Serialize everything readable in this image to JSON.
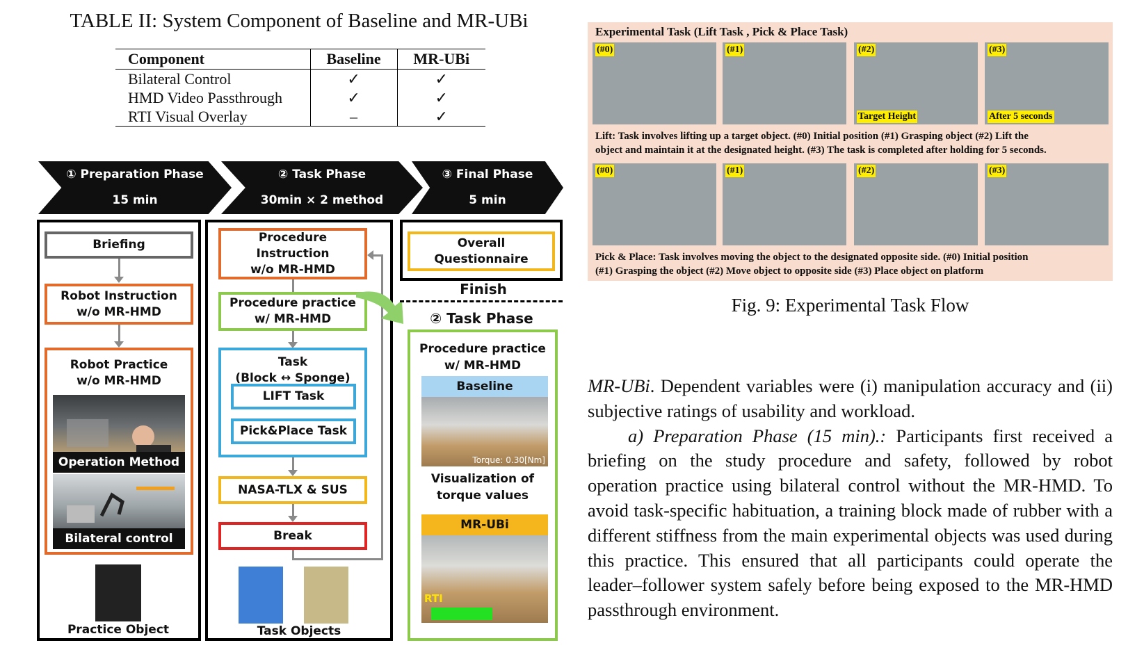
{
  "table": {
    "title": "TABLE II: System Component of Baseline and MR-UBi",
    "headers": [
      "Component",
      "Baseline",
      "MR-UBi"
    ],
    "rows": [
      [
        "Bilateral Control",
        "✓",
        "✓"
      ],
      [
        "HMD Video Passthrough",
        "✓",
        "✓"
      ],
      [
        "RTI Visual Overlay",
        "–",
        "✓"
      ]
    ]
  },
  "flow": {
    "phases": [
      {
        "title": "① Preparation Phase",
        "duration": "15 min"
      },
      {
        "title": "② Task Phase",
        "duration": "30min × 2 method"
      },
      {
        "title": "③ Final Phase",
        "duration": "5 min"
      }
    ],
    "prep": {
      "briefing": "Briefing",
      "robot_instruction": [
        "Robot Instruction",
        "w/o MR-HMD"
      ],
      "robot_practice": [
        "Robot Practice",
        "w/o MR-HMD"
      ],
      "operation_method": "Operation Method",
      "bilateral_control": "Bilateral control",
      "practice_object": "Practice Object"
    },
    "task": {
      "procedure_instruction": [
        "Procedure",
        "Instruction",
        "w/o MR-HMD"
      ],
      "procedure_practice": [
        "Procedure practice",
        "w/ MR-HMD"
      ],
      "task_title": [
        "Task",
        "(Block ↔ Sponge)"
      ],
      "lift_task": "LIFT Task",
      "pick_place_task": "Pick&Place Task",
      "nasa": "NASA-TLX & SUS",
      "break": "Break",
      "task_objects": "Task Objects"
    },
    "final": {
      "overall": [
        "Overall",
        "Questionnaire"
      ],
      "finish": "Finish",
      "task_phase": "② Task Phase",
      "procedure_practice": [
        "Procedure practice",
        "w/ MR-HMD"
      ],
      "baseline": "Baseline",
      "torque_label": "Torque: 0.30[Nm]",
      "visualization": [
        "Visualization of",
        "torque values"
      ],
      "mrubi": "MR-UBi",
      "rti": "RTI"
    }
  },
  "fig9": {
    "header": "Experimental Task  (Lift Task , Pick & Place Task)",
    "lift_labels": [
      "(#0)",
      "(#1)",
      "(#2)",
      "(#3)"
    ],
    "target_height": "Target Height",
    "after_5": "After 5 seconds",
    "lift_caption_1": "Lift: Task involves lifting up a target object. (#0) Initial position (#1) Grasping object  (#2) Lift the",
    "lift_caption_2": "object and maintain it at the designated height. (#3) The task is completed after holding for 5 seconds.",
    "pp_labels": [
      "(#0)",
      "(#1)",
      "(#2)",
      "(#3)"
    ],
    "pp_caption_1": "Pick & Place: Task involves moving the object to the designated opposite side. (#0) Initial position",
    "pp_caption_2": "(#1) Grasping the object (#2) Move object to opposite side (#3) Place object on platform",
    "caption": "Fig. 9: Experimental Task Flow"
  },
  "body": {
    "p1_em": "MR-UBi",
    "p1_rest": ". Dependent variables were (i) manipulation accuracy and (ii) subjective ratings of usability and workload.",
    "p2_head": "a) Preparation Phase (15 min).:",
    "p2_rest": " Participants first received a briefing on the study procedure and safety, followed by robot operation practice using bilateral control without the MR-HMD. To avoid task-specific habituation, a training block made of rubber with a different stiffness from the main experimental objects was used during this practice. This ensured that all participants could operate the leader–follower system safely before being exposed to the MR-HMD passthrough environment."
  }
}
